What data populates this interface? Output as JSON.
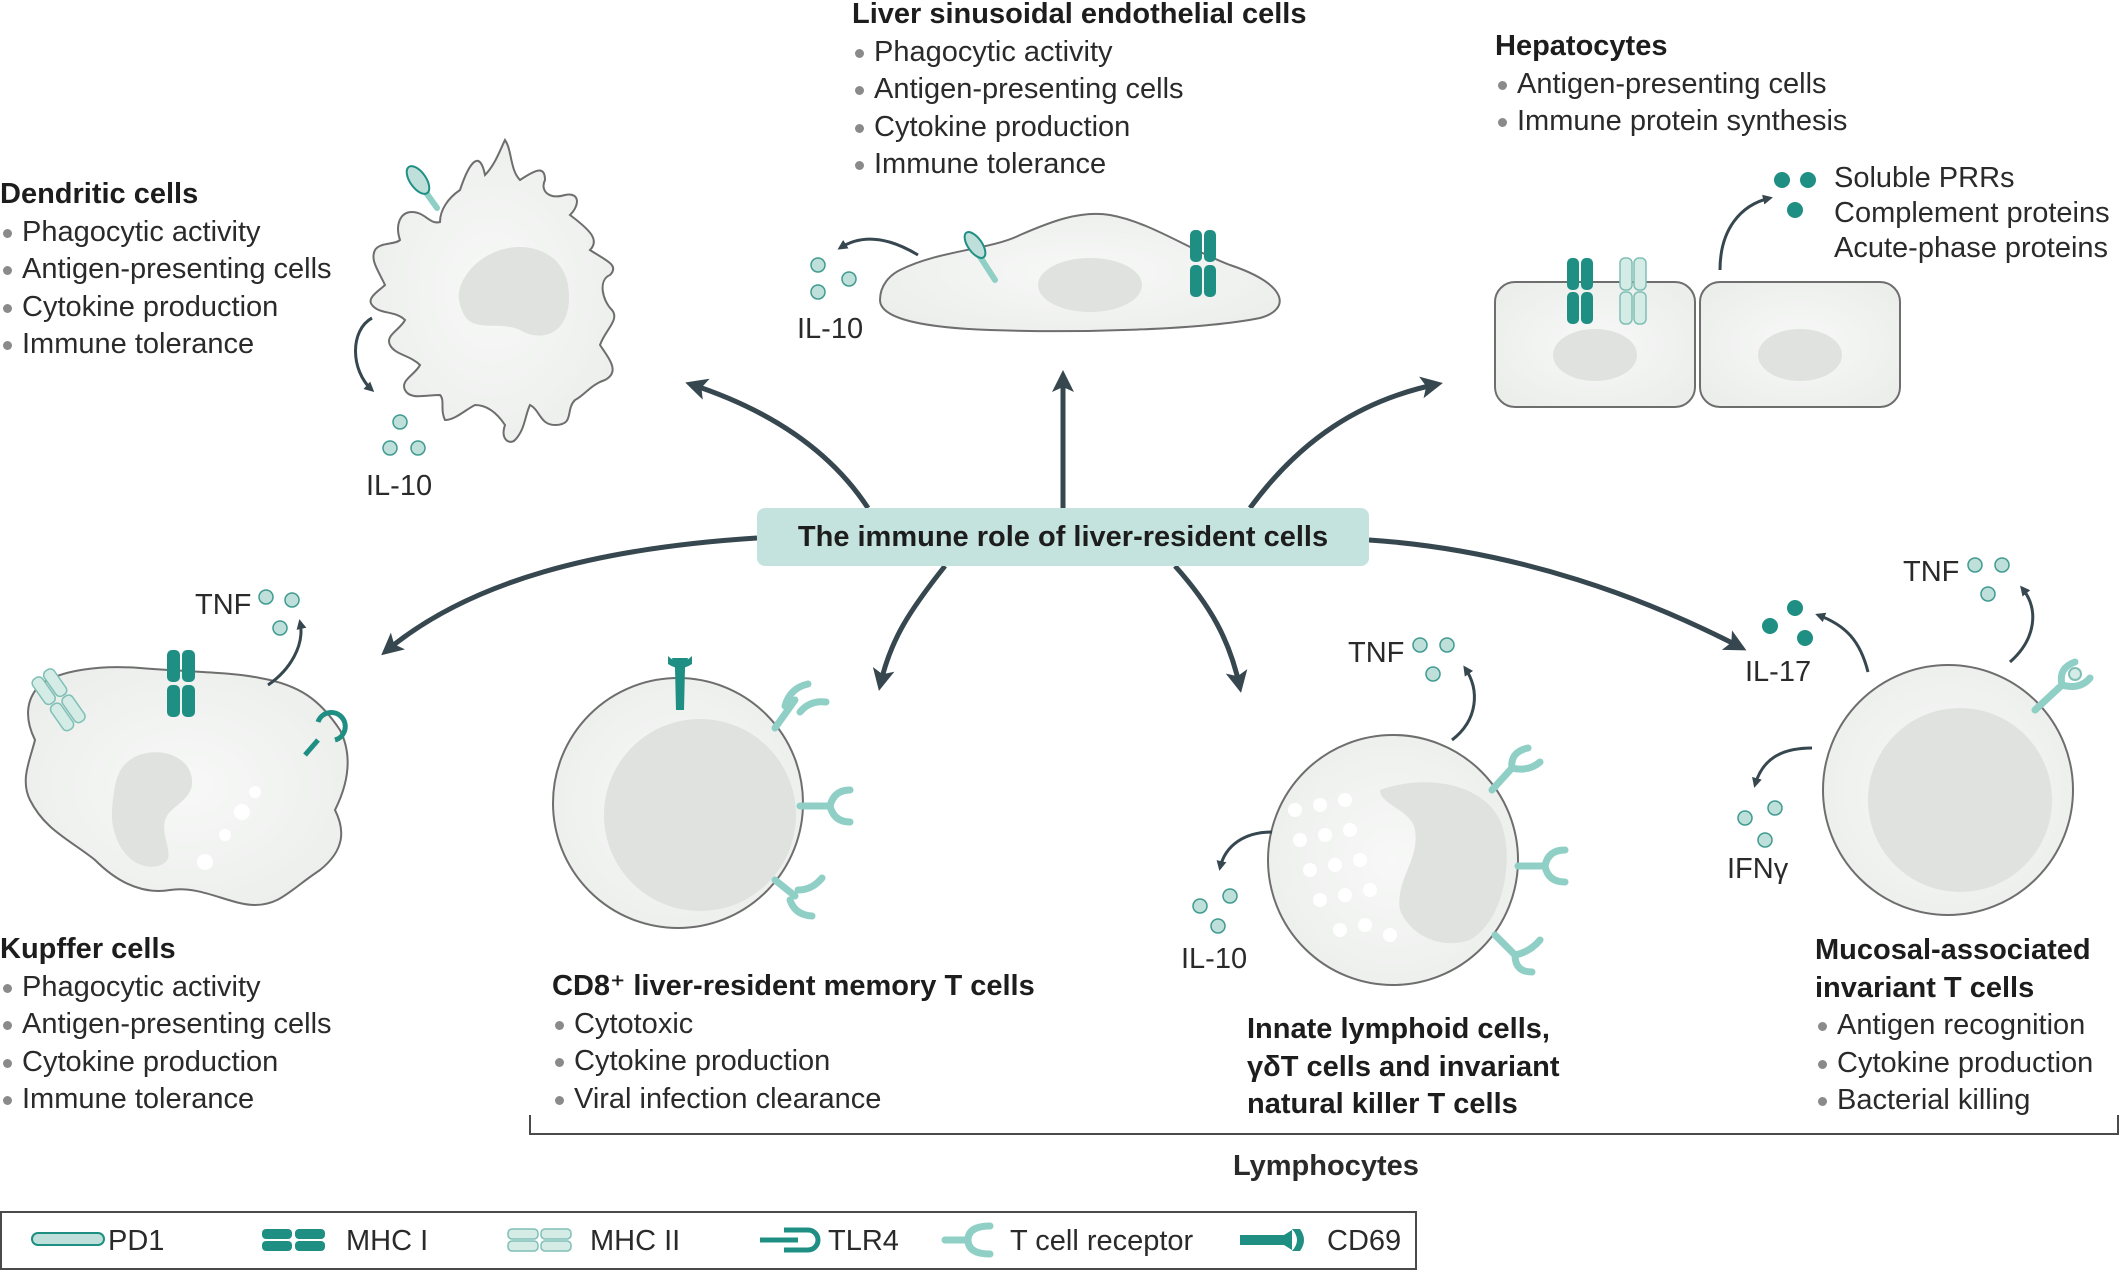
{
  "center_title": "The immune role of liver-resident cells",
  "cells": {
    "dendritic": {
      "title": "Dendritic cells",
      "items": [
        "Phagocytic activity",
        "Antigen-presenting cells",
        "Cytokine production",
        "Immune tolerance"
      ]
    },
    "lsec": {
      "title": "Liver sinusoidal endothelial cells",
      "items": [
        "Phagocytic activity",
        "Antigen-presenting cells",
        "Cytokine production",
        "Immune tolerance"
      ]
    },
    "hepatocytes": {
      "title": "Hepatocytes",
      "items": [
        "Antigen-presenting cells",
        "Immune protein synthesis"
      ]
    },
    "kupffer": {
      "title": "Kupffer cells",
      "items": [
        "Phagocytic activity",
        "Antigen-presenting cells",
        "Cytokine production",
        "Immune tolerance"
      ]
    },
    "cd8": {
      "title": "CD8⁺ liver-resident memory T cells",
      "items": [
        "Cytotoxic",
        "Cytokine production",
        "Viral infection clearance"
      ]
    },
    "ilc": {
      "title_lines": [
        "Innate lymphoid cells,",
        "γδT cells and invariant",
        "natural killer T cells"
      ]
    },
    "mait": {
      "title_lines": [
        "Mucosal-associated",
        "invariant T cells"
      ],
      "items": [
        "Antigen recognition",
        "Cytokine production",
        "Bacterial killing"
      ]
    }
  },
  "secreted": {
    "dendritic": "IL-10",
    "lsec": "IL-10",
    "kupffer": "TNF",
    "ilc_tnf": "TNF",
    "ilc_il10": "IL-10",
    "mait_tnf": "TNF",
    "mait_il17": "IL-17",
    "mait_ifng": "IFNγ",
    "hepatocyte_products": [
      "Soluble PRRs",
      "Complement proteins",
      "Acute-phase proteins"
    ]
  },
  "group_label": "Lymphocytes",
  "legend": [
    {
      "icon": "pd1-icon",
      "label": "PD1"
    },
    {
      "icon": "mhc-i-icon",
      "label": "MHC I"
    },
    {
      "icon": "mhc-ii-icon",
      "label": "MHC II"
    },
    {
      "icon": "tlr4-icon",
      "label": "TLR4"
    },
    {
      "icon": "t-cell-receptor-icon",
      "label": "T cell receptor"
    },
    {
      "icon": "cd69-icon",
      "label": "CD69"
    }
  ],
  "colors": {
    "teal_dark": "#1f8f84",
    "teal_light": "#bfe0da",
    "cell_fill": "#f1f2f1",
    "nucleus": "#e0e2df",
    "arrow": "#36474f",
    "center_box": "#c4e3de"
  }
}
